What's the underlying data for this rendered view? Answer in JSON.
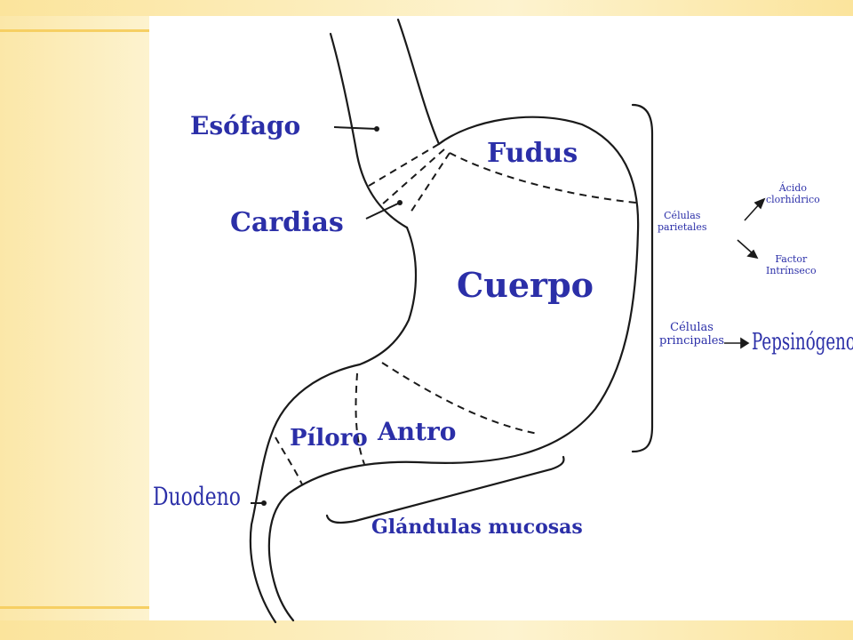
{
  "colors": {
    "label": "#2b2fa8",
    "outline": "#1a1a1a",
    "panel": "#ffffff",
    "background": "#fdf0c4",
    "accent_rule": "#f6cf63"
  },
  "labels": {
    "esofago": "Esófago",
    "fudus": "Fudus",
    "cardias": "Cardias",
    "cuerpo": "Cuerpo",
    "piloro": "Píloro",
    "antro": "Antro",
    "duodeno": "Duodeno",
    "glandulas": "Glándulas mucosas"
  },
  "cells": {
    "parietales_line1": "Células",
    "parietales_line2": "parietales",
    "principales_line1": "Células",
    "principales_line2": "principales"
  },
  "products": {
    "acido_line1": "Ácido",
    "acido_line2": "clorhídrico",
    "factor_line1": "Factor",
    "factor_line2": "Intrínseco",
    "pepsinogeno": "Pepsinógeno"
  }
}
